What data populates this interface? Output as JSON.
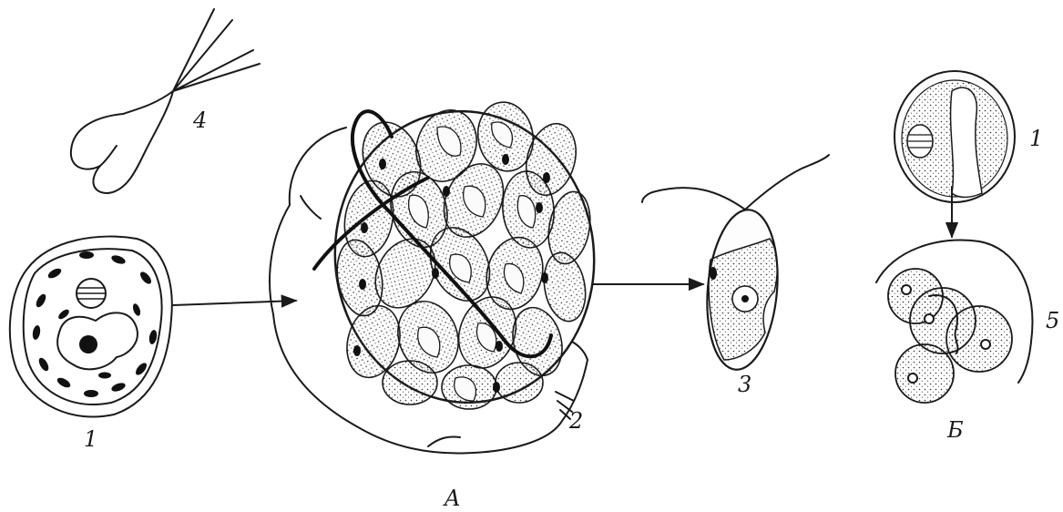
{
  "labels": {
    "cell_A1": "1",
    "cell_A2": "2",
    "cell_A3": "3",
    "cell_A4": "4",
    "group_A": "A",
    "cell_B1": "1",
    "cell_B5": "5",
    "group_B": "Б"
  },
  "colors": {
    "ink": "#1a1a1a",
    "paper": "#ffffff",
    "stipple": "#3a3a3a"
  }
}
